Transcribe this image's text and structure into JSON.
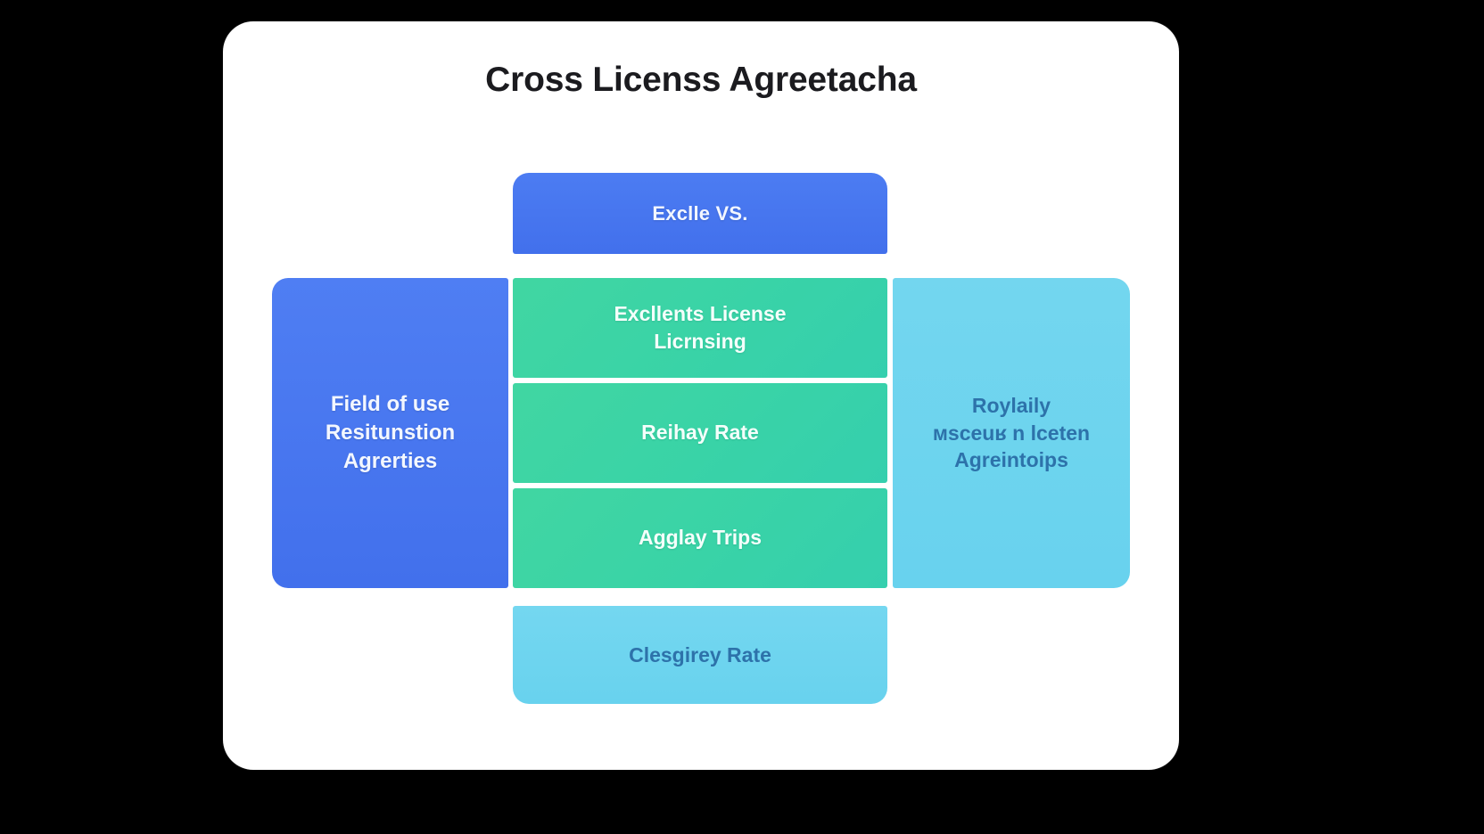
{
  "page": {
    "background_color": "#000000",
    "card_background": "#ffffff"
  },
  "title": "Cross Licenss Agreetacha",
  "diagram": {
    "top_bar": {
      "label": "Exclle VS.",
      "color": "#4a7bf0",
      "text_color": "#f2f6ff"
    },
    "left_panel": {
      "label": "Field of use\nResitunstion\nAgrerties",
      "color": "#4a7bf0",
      "text_color": "#f3f7ff"
    },
    "center_boxes": [
      {
        "label": "Excllents License\nLicrnsing",
        "color": "#3ed4a5",
        "text_color": "#f4fffb"
      },
      {
        "label": "Reihay Rate",
        "color": "#3ed4a5",
        "text_color": "#f4fffb"
      },
      {
        "label": "Agglay Trips",
        "color": "#3ed4a5",
        "text_color": "#f4fffb"
      }
    ],
    "right_panel": {
      "label": "Roylaily\nмsceuʁ n lceten\nAgreintoips",
      "color": "#6fd4ee",
      "text_color": "#2d72aa"
    },
    "bottom_bar": {
      "label": "Clesgirey Rate",
      "color": "#6fd4ee",
      "text_color": "#2d72aa"
    }
  }
}
